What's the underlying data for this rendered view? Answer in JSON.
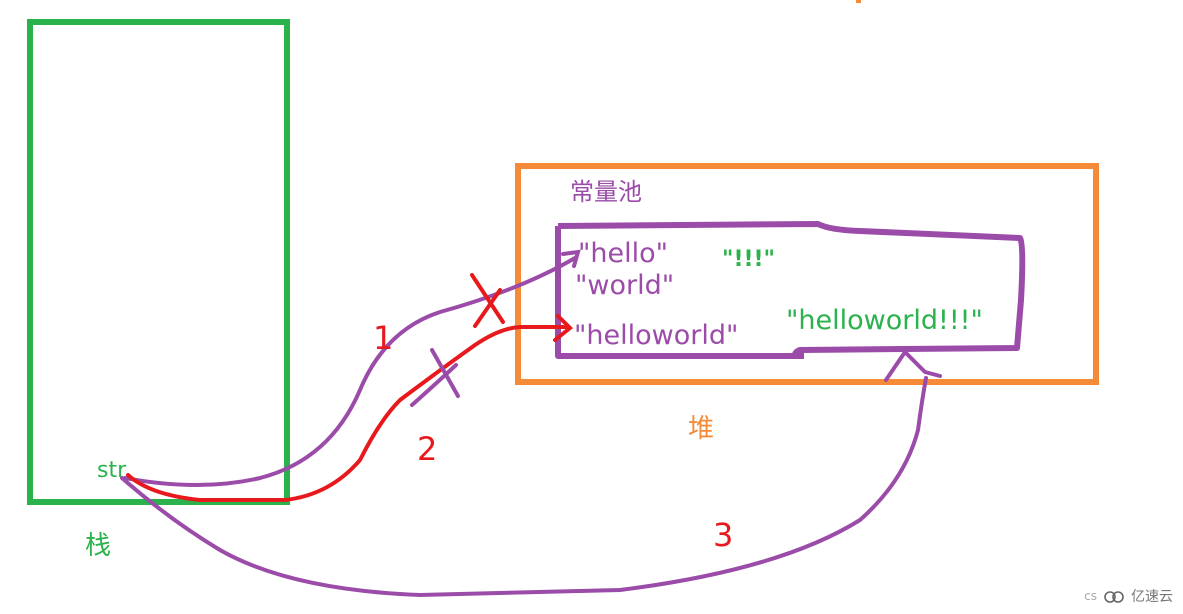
{
  "diagram": {
    "stack": {
      "label": "栈",
      "variable": "str",
      "color": "#2bb24c"
    },
    "heap": {
      "label": "堆",
      "color": "#f58a38",
      "constant_pool": {
        "label": "常量池",
        "color": "#9b4ba8",
        "strings": [
          {
            "text": "\"hello\"",
            "color": "#9b4ba8"
          },
          {
            "text": "\"world\"",
            "color": "#9b4ba8"
          },
          {
            "text": "\"!!!\"",
            "color": "#2bb24c"
          },
          {
            "text": "\"helloworld\"",
            "color": "#9b4ba8"
          },
          {
            "text": "\"helloworld!!!\"",
            "color": "#2bb24c"
          }
        ]
      }
    },
    "references": [
      {
        "step": "1",
        "from": "str",
        "to": "\"hello\"",
        "color": "#9b4ba8",
        "crossed_out": true
      },
      {
        "step": "2",
        "from": "str",
        "to": "\"helloworld\"",
        "color": "#e8191c",
        "crossed_out": true
      },
      {
        "step": "3",
        "from": "str",
        "to": "\"helloworld!!!\"",
        "color": "#9b4ba8",
        "crossed_out": false
      }
    ],
    "step_label_color": "#e8191c"
  },
  "watermark": {
    "prefix": "cs",
    "text": "亿速云"
  }
}
